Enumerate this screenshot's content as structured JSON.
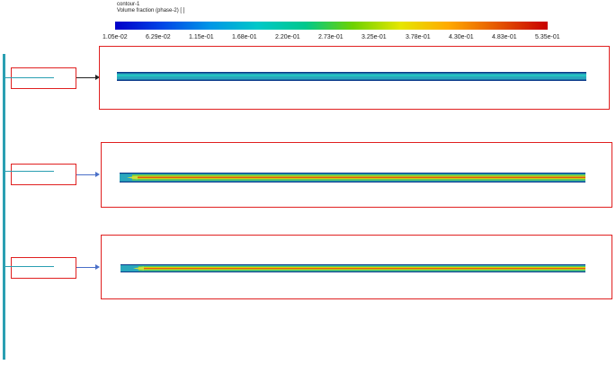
{
  "legend": {
    "name": "contour-1",
    "variable": "Volume fraction (phase-2)  [  ]",
    "tick_labels": [
      "1.05e-02",
      "6.29e-02",
      "1.15e-01",
      "1.68e-01",
      "2.20e-01",
      "2.73e-01",
      "3.25e-01",
      "3.78e-01",
      "4.30e-01",
      "4.83e-01",
      "5.35e-01"
    ]
  },
  "colors": {
    "frame": "#e02020",
    "pipe": "#2a9fb2",
    "arrow_1": "#222222",
    "arrow_2_3": "#4a6fc8"
  }
}
